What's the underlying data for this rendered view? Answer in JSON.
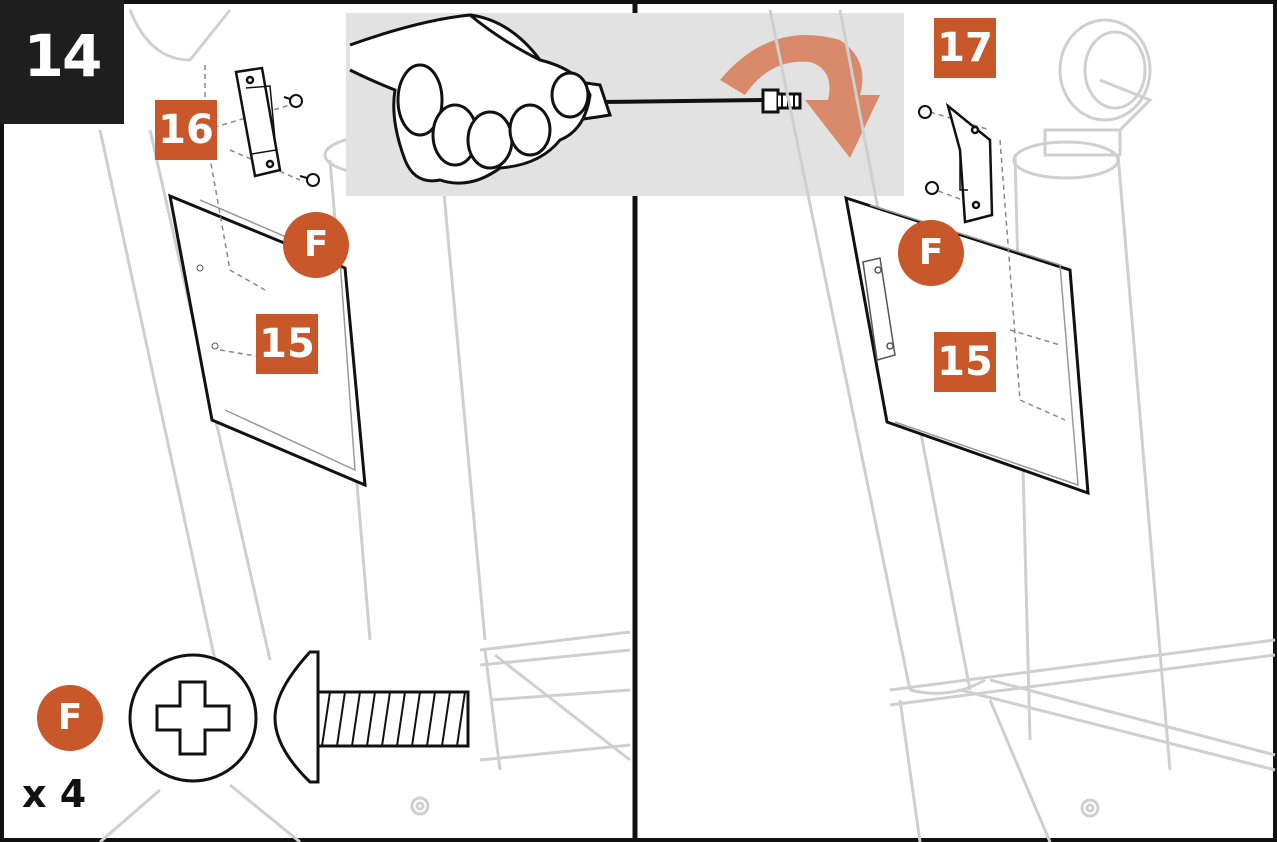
{
  "step": {
    "number": "14"
  },
  "left_panel": {
    "tags": {
      "bracket": "16",
      "panel": "15",
      "screw": "F"
    }
  },
  "right_panel": {
    "tags": {
      "bracket": "17",
      "panel": "15",
      "screw": "F"
    }
  },
  "tool_inset": {
    "tool_icon": "screwdriver-icon",
    "direction_icon": "rotate-arrow-icon"
  },
  "hardware": {
    "tag": "F",
    "quantity": "x 4",
    "icon": "phillips-screw-icon"
  },
  "colors": {
    "accent": "#c8582a",
    "step_bg": "#1e1e1e",
    "line": "#cfcfcf",
    "ink": "#111111"
  }
}
